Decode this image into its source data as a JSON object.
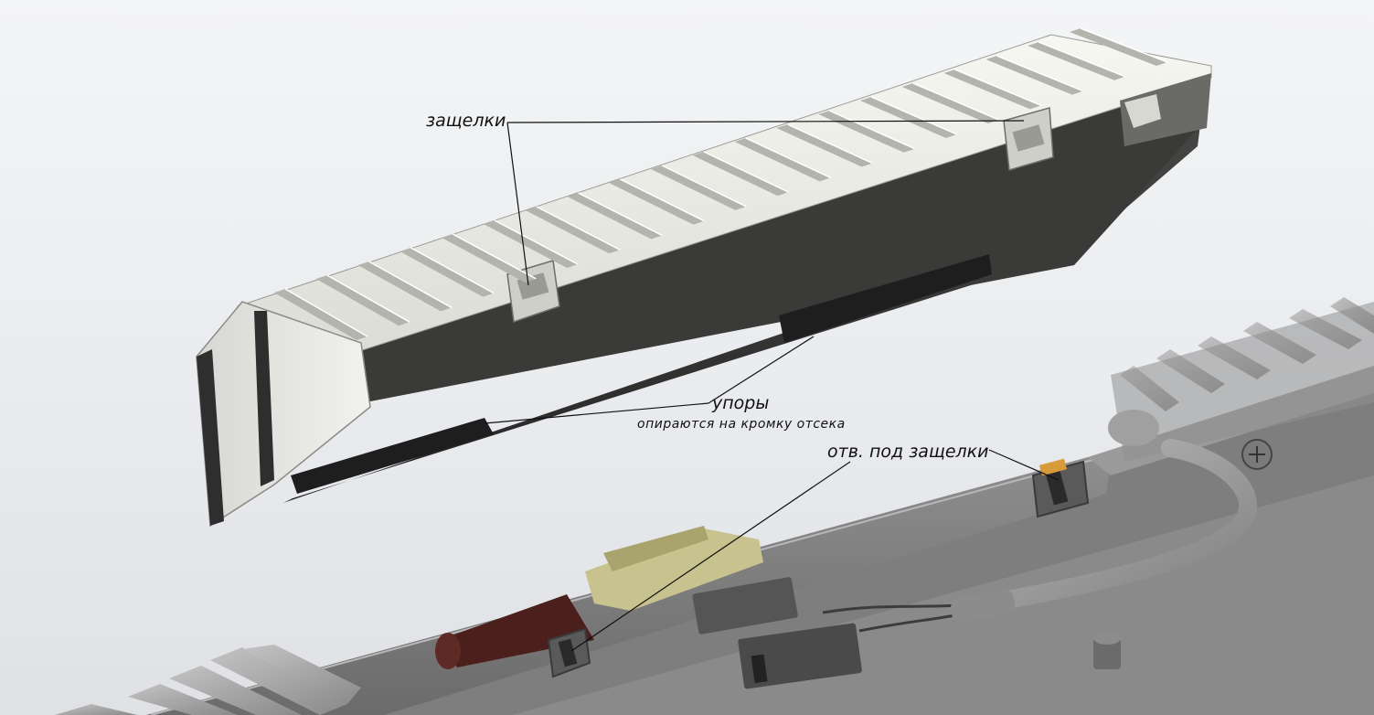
{
  "labels": {
    "latches": "защелки",
    "stops": "упоры",
    "stops_note": "опираются на кромку отсека",
    "latch_holes": "отв. под защелки"
  }
}
